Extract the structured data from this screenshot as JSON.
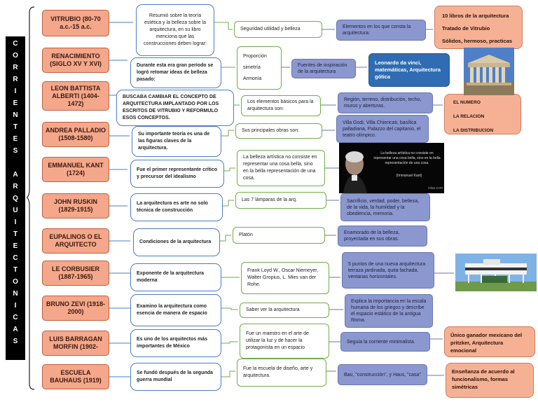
{
  "title_vertical": [
    "C",
    "O",
    "R",
    "R",
    "I",
    "E",
    "N",
    "T",
    "E",
    "S",
    "",
    "A",
    "R",
    "Q",
    "U",
    "I",
    "T",
    "E",
    "C",
    "T",
    "O",
    "N",
    "I",
    "C",
    "A",
    "S"
  ],
  "rows": [
    {
      "name": "VITRUBIO (80-70 a.c.-15 a.c.",
      "desc": "Resumió sobre la teoría estética y la belleza sobre la arquitectura, en su libro menciona que las construcciones deben lograr:",
      "info": "Seguridad utilidad y belleza",
      "detail": "Elementos en los que consta la arquitectura:"
    },
    {
      "name": "RENACIMIENTO (SIGLO XV Y XVI)",
      "desc": "Durante esta era gran período se logró retomar ideas de belleza pasado:",
      "info": "Proporción\nsimetría\nArmonía",
      "detail": "Fuentes de inspiración de la arquitectura"
    },
    {
      "name": "LEON BATTISTA ALBERTI (1404-1472)",
      "desc": "BUSCABA CAMBIAR EL CONCEPTO DE ARQUITECTURA IMPLANTADO POR LOS ESCRITOS DE VITRUBIO Y REFORMULO ESOS CONCEPTOS.",
      "info": "Los elementos básicos para la arquitectura son:",
      "detail": "Región, terreno, distribución, techo, muros y aberturas."
    },
    {
      "name": "ANDREA PALLADIO (1508-1580)",
      "desc": "Su importante teoría es una de las figuras claves de la arquitectura.",
      "info": "Sus principales obras son:",
      "detail": "Villa Godi, Villa Chiericati, basílica palladiana, Palazzo del capitanio, el teatro olímpico."
    },
    {
      "name": "EMMANUEL KANT (1724)",
      "desc": "Fue el primer representante crítico y precursor del idealismo",
      "info": "La belleza artística no consiste en representar una cosa bella, sino en la bella representación de una cosa.",
      "detail": ""
    },
    {
      "name": "JOHN RUSKIN (1829-1915)",
      "desc": "La arquitectura es arte no solo técnica de construcción",
      "info": "Las 7 lámparas de la arq.",
      "detail": "Sacrificio, verdad, poder, belleza, de la vida, la humildad y la obediencia, memoria."
    },
    {
      "name": "EUPALINOS O EL ARQUITECTO",
      "desc": "Condiciones de la arquitectura",
      "info": "Platón",
      "detail": "Enamorado de la belleza, proyectada en sus obras."
    },
    {
      "name": "LE CORBUSIER (1887-1965)",
      "desc": "Exponente de la arquitectura moderna",
      "info": "Frank Loyd W., Oscar Niemeyer, Walter Gropius, L. Mies van der Rohe.",
      "detail": "5 puntos de una nueva arquitectura terraza jardinada, quita fachada, ventanas horizontales."
    },
    {
      "name": "BRUNO ZEVI (1918-2000)",
      "desc": "Examino la arquitectura como esencia de manera de espacio",
      "info": "Saber ver la arquitectura",
      "detail": "Explica la importancia en la escala humana de los griegos y describe el espacio estático de la antigua Roma."
    },
    {
      "name": "LUIS BARRAGAN MORFIN (1902-",
      "desc": "Es uno de los arquitectos más importantes de México",
      "info": "Fue un maestro en el arte de utilizar la luz y de hacer la protagonista en un espacio",
      "detail": "Seguía la corriente minimalista."
    },
    {
      "name": "ESCUELA BAUHAUS (1919)",
      "desc": "Se fundó después de la segunda guerra mundial",
      "info": "Fue la escuela de diseño, arte y arquitectura.",
      "detail": "Bau, \"construcción\", y Haus, \"casa\""
    }
  ],
  "extras": {
    "vitrubio_works": [
      "10 libros de la arquitectura",
      "Tratado de Vitrubio",
      "Sólidos, hermoso, practicas"
    ],
    "inspiration": "Leonardo da vinci, matemáticas, Arquitectura gótica",
    "alberti_concepts": [
      "EL NUMERO",
      "LA RELACION",
      "LA DISTRIBUCION"
    ],
    "kant_quote": "La belleza artística no consiste en representar una cosa bella, sino en la bella representación de una cosa.",
    "kant_attribution": "(Immanuel Kant)",
    "kant_site": "citas.com",
    "barragan_award": "Único ganador mexicano del pritzker, Arquitectura emocional",
    "bauhaus_teaching": "Enseñanza de acuerdo al funcionalismo, formas simétricas"
  }
}
